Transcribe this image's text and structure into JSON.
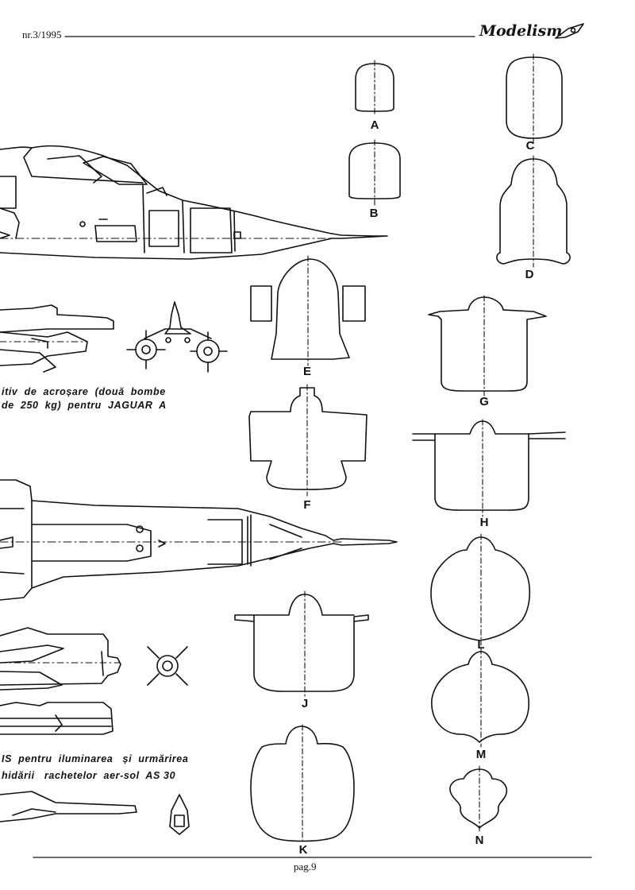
{
  "header": {
    "issue": "nr.3/1995",
    "brand": "Modelism"
  },
  "footer": {
    "page": "pag.9"
  },
  "captions": {
    "pylon_line1": "itiv  de  acroșare  (două  bombe",
    "pylon_line2": "de  250  kg)  pentru  JAGUAR  A",
    "atlis_line1": "IS  pentru  iluminarea   și  urmărirea",
    "atlis_line2": "hidării   rachetelor  aer-sol  AS 30"
  },
  "sections": {
    "A": "A",
    "B": "B",
    "C": "C",
    "D": "D",
    "E": "E",
    "F": "F",
    "G": "G",
    "H": "H",
    "J": "J",
    "K": "K",
    "L": "L",
    "M": "M",
    "N": "N"
  }
}
